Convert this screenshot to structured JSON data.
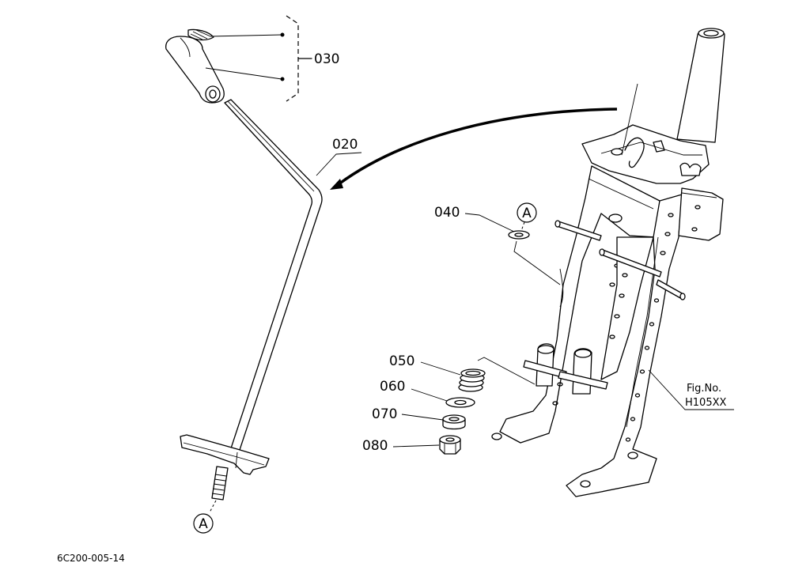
{
  "labels": {
    "knob": "030",
    "lever": "020",
    "washer": "040",
    "spring": "050",
    "washer2": "060",
    "collar": "070",
    "nut": "080",
    "ref_a_top": "A",
    "ref_a_bottom": "A"
  },
  "figure": {
    "label": "Fig.No.",
    "number": "H105XX"
  },
  "drawing_code": "6C200-005-14"
}
